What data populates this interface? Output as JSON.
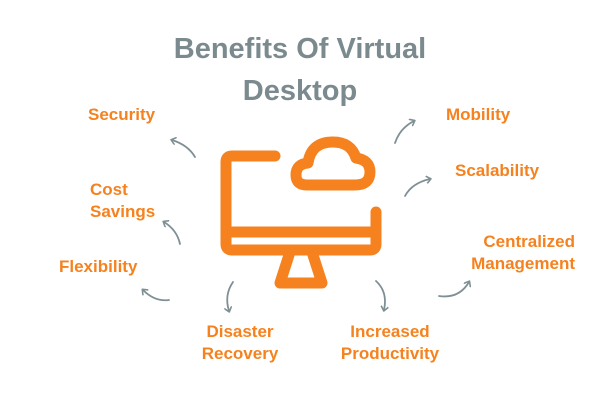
{
  "title": {
    "line1": "Benefits Of Virtual",
    "line2": "Desktop"
  },
  "colors": {
    "accent": "#f5821f",
    "title": "#7b8a8e",
    "arrow": "#7f9094",
    "background": "#ffffff"
  },
  "center_icon": "monitor-with-cloud-icon",
  "benefits": [
    {
      "id": "security",
      "lines": [
        "Security"
      ]
    },
    {
      "id": "cost-savings",
      "lines": [
        "Cost",
        "Savings"
      ]
    },
    {
      "id": "flexibility",
      "lines": [
        "Flexibility"
      ]
    },
    {
      "id": "disaster-recovery",
      "lines": [
        "Disaster",
        "Recovery"
      ]
    },
    {
      "id": "increased-productivity",
      "lines": [
        "Increased",
        "Productivity"
      ]
    },
    {
      "id": "centralized-management",
      "lines": [
        "Centralized",
        "Management"
      ]
    },
    {
      "id": "scalability",
      "lines": [
        "Scalability"
      ]
    },
    {
      "id": "mobility",
      "lines": [
        "Mobility"
      ]
    }
  ]
}
